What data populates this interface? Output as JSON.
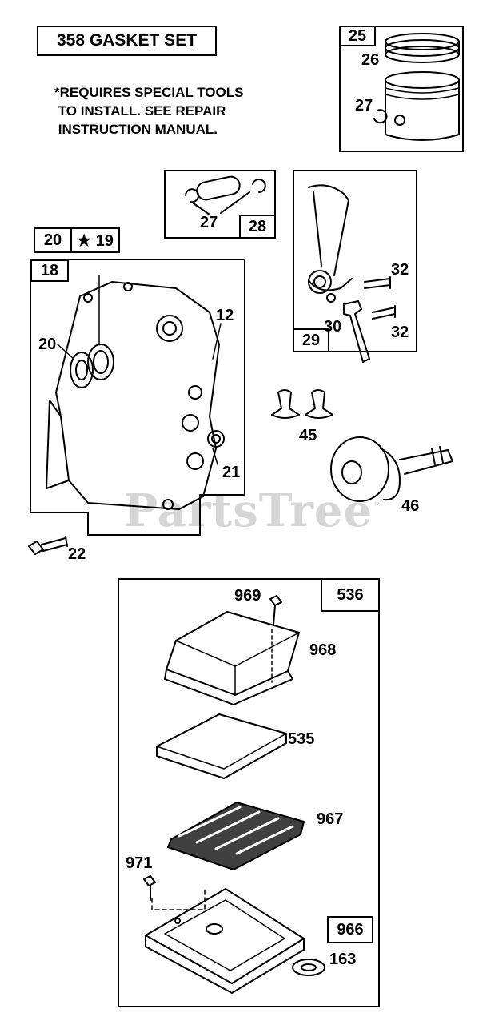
{
  "title": "358 GASKET SET",
  "note": "*REQUIRES SPECIAL TOOLS\n TO INSTALL. SEE REPAIR\n INSTRUCTION MANUAL.",
  "watermark": "PartsTree",
  "watermark_tm": "™",
  "kit_tags": {
    "ring_set": "25",
    "piston_pin": "28",
    "crankcase_cover": "18",
    "gasket_20": "20",
    "gasket_19": "★ 19",
    "connecting_rod": "29",
    "breather": "536",
    "breather_gasket": "966"
  },
  "callouts": {
    "rings": "26",
    "retainer_piston": "27",
    "retainer_pin": "27",
    "screw_top": "32",
    "screw_bottom": "32",
    "dipper": "30",
    "seal_20": "20",
    "gasket_12": "12",
    "seal_21": "21",
    "screw_22": "22",
    "tappets": "45",
    "camshaft": "46",
    "screw_969": "969",
    "cover_968": "968",
    "filter_535": "535",
    "element_967": "967",
    "screw_971": "971",
    "gasket_163": "163"
  },
  "colors": {
    "ink": "#000000",
    "watermark": "#d6d6d6",
    "background": "#ffffff"
  }
}
